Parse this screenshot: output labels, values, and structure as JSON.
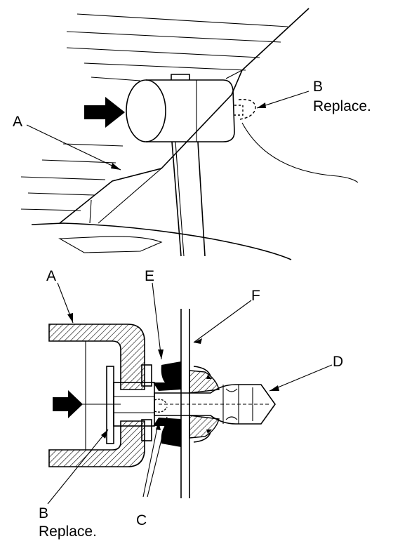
{
  "top": {
    "label_a": "A",
    "label_b": "B",
    "label_b_note": "Replace."
  },
  "bottom": {
    "label_a": "A",
    "label_b": "B",
    "label_b_note": "Replace.",
    "label_c": "C",
    "label_d": "D",
    "label_e": "E",
    "label_f": "F"
  },
  "icons": {
    "push_arrow_top": "push-arrow-icon",
    "push_arrow_bottom": "push-arrow-icon"
  }
}
